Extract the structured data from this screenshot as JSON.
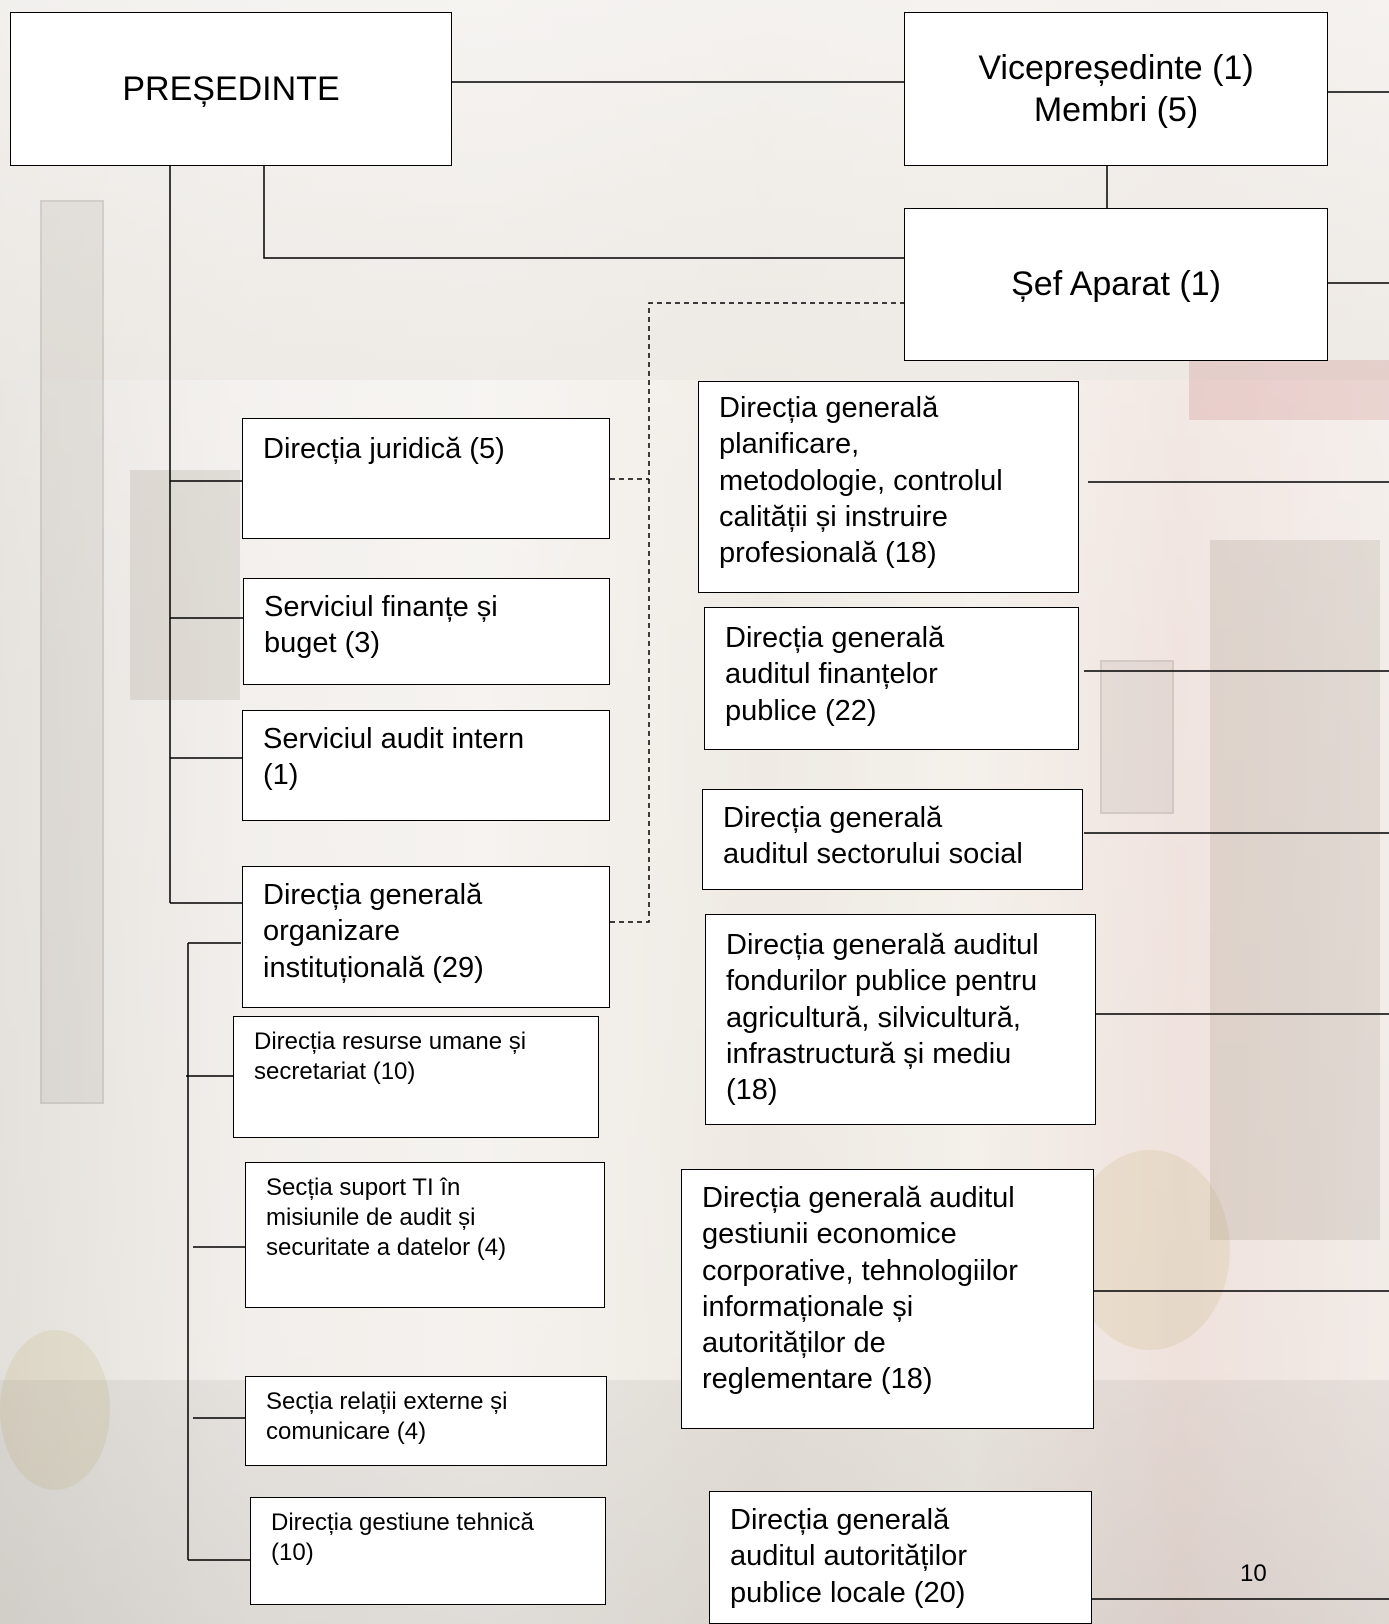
{
  "diagram": {
    "type": "organizational-chart",
    "top": {
      "presedinte": "PREȘEDINTE",
      "vicepresedinte": "Vicepreședinte (1)\nMembri (5)",
      "sef_aparat": "Șef Aparat (1)"
    },
    "left_units": [
      "Direcția juridică (5)",
      "Serviciul finanțe și\nbuget (3)",
      "Serviciul audit intern\n(1)",
      "Direcția generală\norganizare\ninstituțională (29)"
    ],
    "sub_units": [
      "Direcția resurse umane și\nsecretariat (10)",
      "Secția suport TI în\nmisiunile de audit și\nsecuritate a datelor (4)",
      "Secția relații externe și\ncomunicare (4)",
      "Direcția gestiune tehnică\n(10)"
    ],
    "right_units": [
      "Direcția generală\nplanificare,\nmetodologie, controlul\ncalității și instruire\nprofesională (18)",
      "Direcția generală\nauditul finanțelor\npublice (22)",
      "Direcția generală\nauditul sectorului social",
      "Direcția generală auditul\nfondurilor publice pentru\nagricultură, silvicultură,\ninfrastructură și mediu\n(18)",
      "Direcția generală auditul\ngestiunii economice\ncorporative, tehnologiilor\ninformaționale și\nautorităților de\nreglementare (18)",
      "Direcția generală\nauditul autorităților\npublice locale (20)"
    ]
  },
  "page_number": "10"
}
